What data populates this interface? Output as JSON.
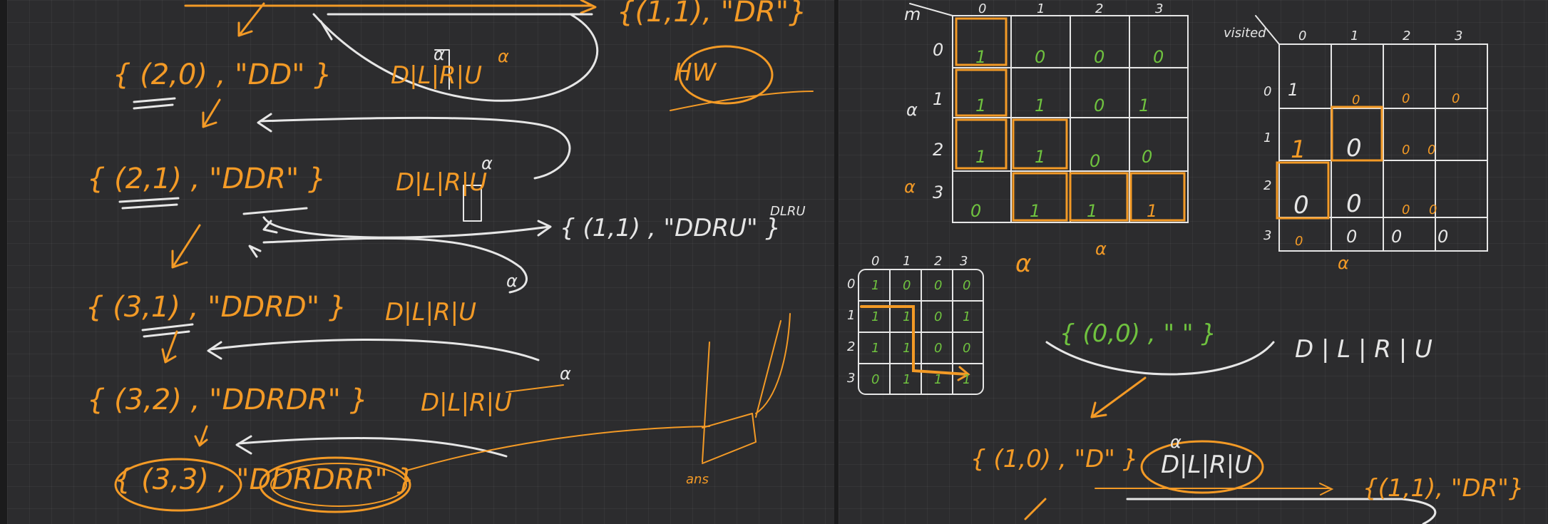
{
  "left": {
    "top_partial": "{(1,1), \"DR\"}",
    "states": [
      {
        "state": "{ (2,0) , \"DD\" }",
        "dirs": "D|L|R|U"
      },
      {
        "state": "{ (2,1) , \"DDR\" }",
        "dirs": "D|L|R|U"
      },
      {
        "state": "{ (3,1) , \"DDRD\" }",
        "dirs": "D|L|R|U"
      },
      {
        "state": "{ (3,2) , \"DDRDR\" }",
        "dirs": "D|L|R|U"
      },
      {
        "state": "{ (3,3) , \"DDRDRR\" }",
        "dirs": ""
      }
    ],
    "branch_state": "{ (1,1) , \"DDRU\" }",
    "branch_dirs": "DLRU",
    "hw": "HW",
    "ans": "ans",
    "alpha": "α"
  },
  "right": {
    "grid_label": "m",
    "visited_label": "visited",
    "col_headers": [
      "0",
      "1",
      "2",
      "3"
    ],
    "row_headers": [
      "0",
      "1",
      "2",
      "3"
    ],
    "maze": [
      [
        "1",
        "0",
        "0",
        "0"
      ],
      [
        "1",
        "1",
        "0",
        "1"
      ],
      [
        "1",
        "1",
        "0",
        "0"
      ],
      [
        "0",
        "1",
        "1",
        "1"
      ]
    ],
    "visited": [
      [
        "1",
        "0",
        "0",
        "0"
      ],
      [
        "1",
        "0",
        "0",
        "0"
      ],
      [
        "0",
        "0",
        "0",
        "0"
      ],
      [
        "0",
        "0",
        "0",
        "0"
      ]
    ],
    "small_maze": [
      [
        "1",
        "0",
        "0",
        "0"
      ],
      [
        "1",
        "1",
        "0",
        "1"
      ],
      [
        "1",
        "1",
        "0",
        "0"
      ],
      [
        "0",
        "1",
        "1",
        "1"
      ]
    ],
    "root_state": "{ (0,0) , \" \" }",
    "root_dirs": "D | L | R | U",
    "state_10": "{ (1,0) , \"D\" }",
    "dirs_10": "D|L|R|U",
    "state_11": "{(1,1), \"DR\"}",
    "alpha": "α"
  }
}
